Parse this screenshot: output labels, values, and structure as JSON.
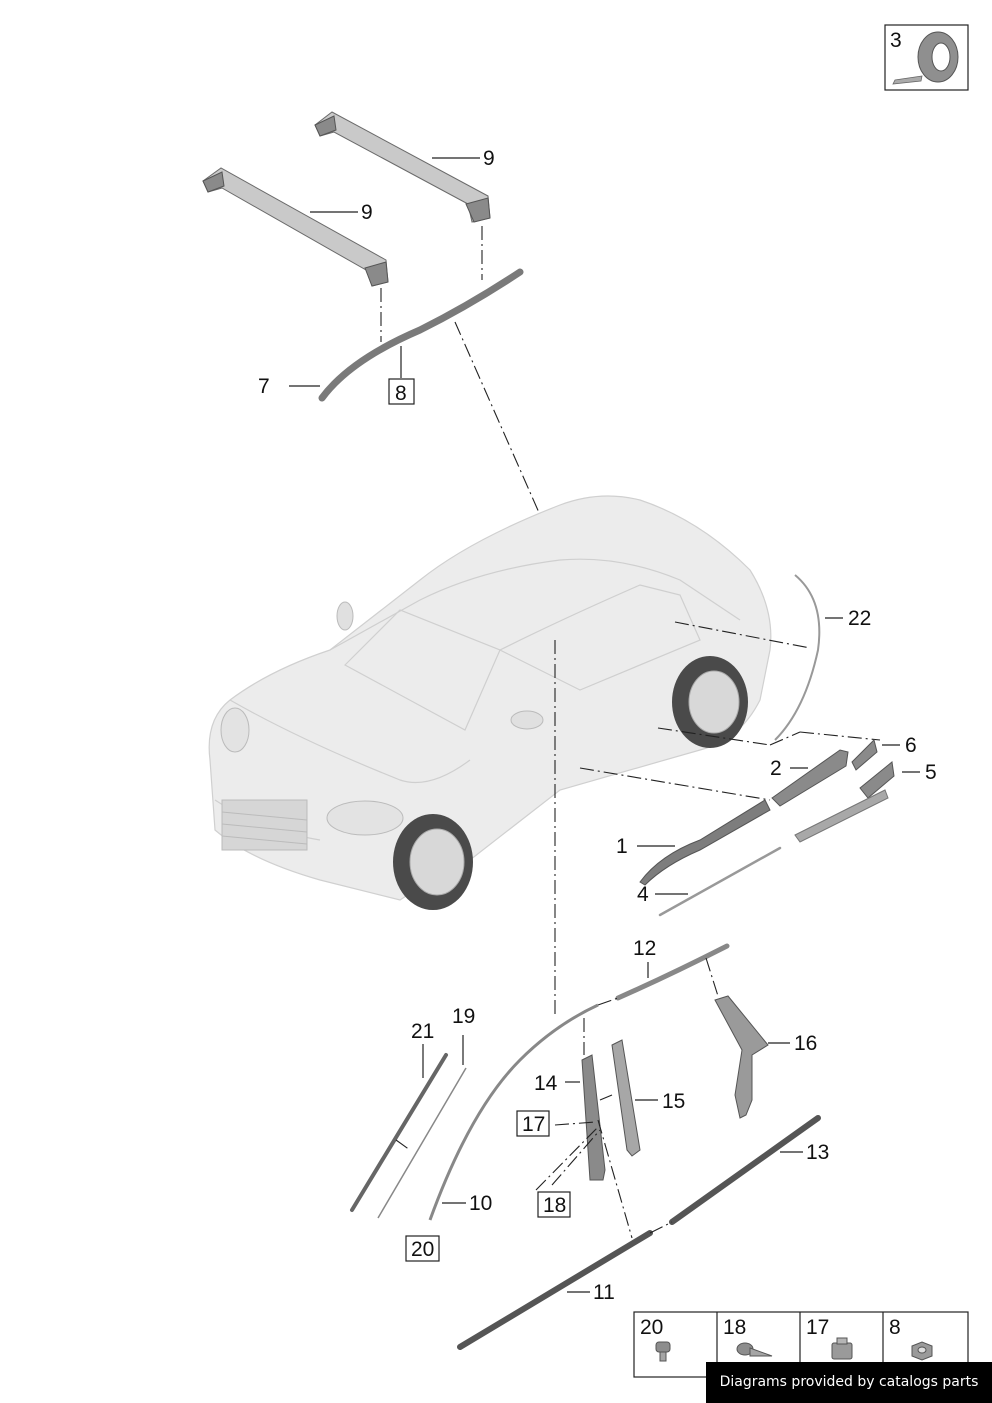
{
  "callouts": {
    "c1": "1",
    "c2": "2",
    "c3": "3",
    "c4": "4",
    "c5": "5",
    "c6": "6",
    "c7": "7",
    "c8": "8",
    "c9a": "9",
    "c9b": "9",
    "c10": "10",
    "c11": "11",
    "c12": "12",
    "c13": "13",
    "c14": "14",
    "c15": "15",
    "c16": "16",
    "c17": "17",
    "c18": "18",
    "c19": "19",
    "c20": "20",
    "c21": "21",
    "c22": "22"
  },
  "fastener_table": {
    "cells": [
      {
        "label": "20",
        "icon": "clip-icon"
      },
      {
        "label": "18",
        "icon": "screw-icon"
      },
      {
        "label": "17",
        "icon": "nut-clip-icon"
      },
      {
        "label": "8",
        "icon": "hex-nut-icon"
      }
    ]
  },
  "footer": {
    "text": "Diagrams provided by catalogs parts"
  }
}
